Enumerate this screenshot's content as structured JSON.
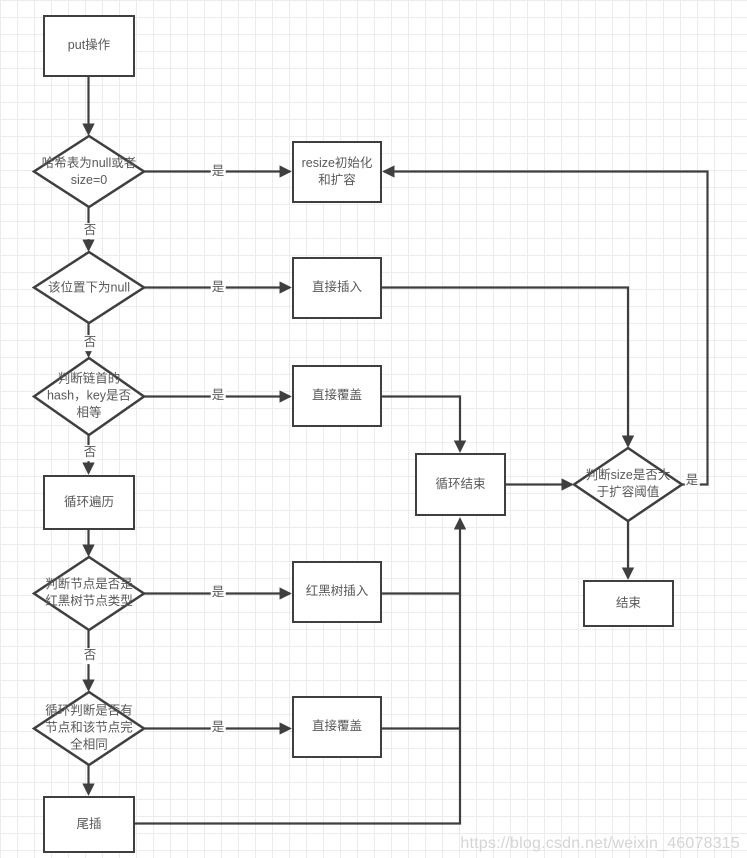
{
  "flowchart": {
    "nodes": {
      "put": "put操作",
      "check_table_null": "哈希表为null或者\nsize=0",
      "resize": "resize初始化\n和扩容",
      "check_slot_null": "该位置下为null",
      "direct_insert": "直接插入",
      "check_head_equal": "判断链首的\nhash，key是否\n相等",
      "direct_cover_1": "直接覆盖",
      "loop_traverse": "循环遍历",
      "check_rbtree": "判断节点是否是\n红黑树节点类型",
      "rbtree_insert": "红黑树插入",
      "check_same_node": "循环判断是否有\n节点和该节点完\n全相同",
      "direct_cover_2": "直接覆盖",
      "tail_insert": "尾插",
      "loop_end": "循环结束",
      "check_size": "判断size是否大\n于扩容阈值",
      "end": "结束"
    },
    "edge_labels": {
      "yes": "是",
      "no": "否"
    },
    "colors": {
      "line": "#3f3f3f",
      "text": "#595959",
      "grid": "#ececec",
      "watermark": "#d4d4d4"
    },
    "watermark": "https://blog.csdn.net/weixin_46078315"
  }
}
